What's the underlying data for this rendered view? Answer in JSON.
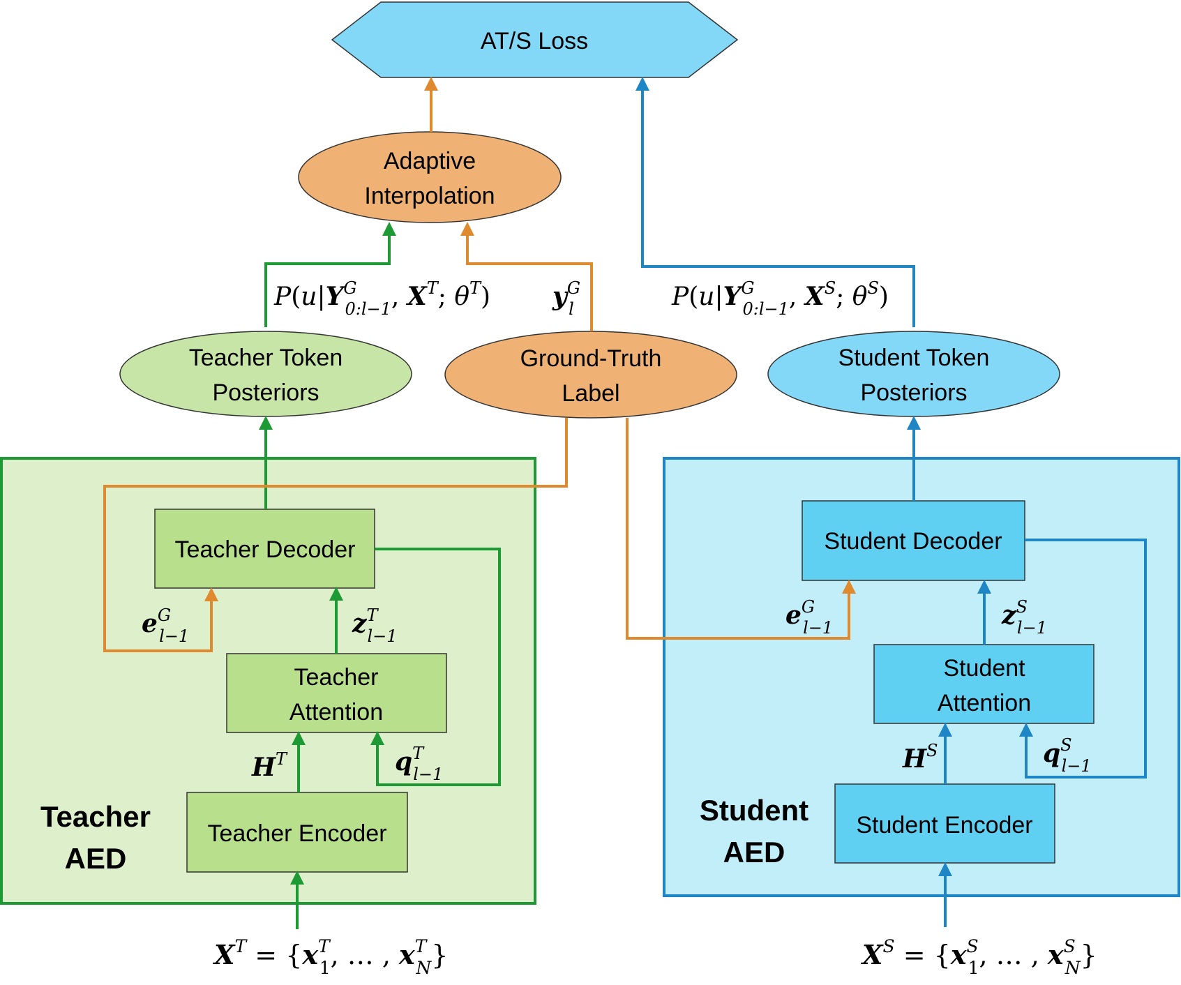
{
  "nodes": {
    "loss": "AT/S Loss",
    "adaptive_line1": "Adaptive",
    "adaptive_line2": "Interpolation",
    "teacher_post_line1": "Teacher Token",
    "teacher_post_line2": "Posteriors",
    "gt_line1": "Ground-Truth",
    "gt_line2": "Label",
    "student_post_line1": "Student Token",
    "student_post_line2": "Posteriors",
    "teacher_decoder": "Teacher Decoder",
    "teacher_attention_line1": "Teacher",
    "teacher_attention_line2": "Attention",
    "teacher_encoder": "Teacher Encoder",
    "student_decoder": "Student Decoder",
    "student_attention_line1": "Student",
    "student_attention_line2": "Attention",
    "student_encoder": "Student Encoder"
  },
  "groups": {
    "teacher_line1": "Teacher",
    "teacher_line2": "AED",
    "student_line1": "Student",
    "student_line2": "AED"
  },
  "colors": {
    "teacher_border": "#1e9a34",
    "teacher_fill": "#deefcc",
    "teacher_box": "#b8df8c",
    "student_border": "#1f86c6",
    "student_fill": "#c2eefa",
    "student_box": "#5fcff2",
    "orange": "#df8a2e",
    "orange_fill": "#efb174",
    "cyan_fill": "#82d8f6"
  }
}
